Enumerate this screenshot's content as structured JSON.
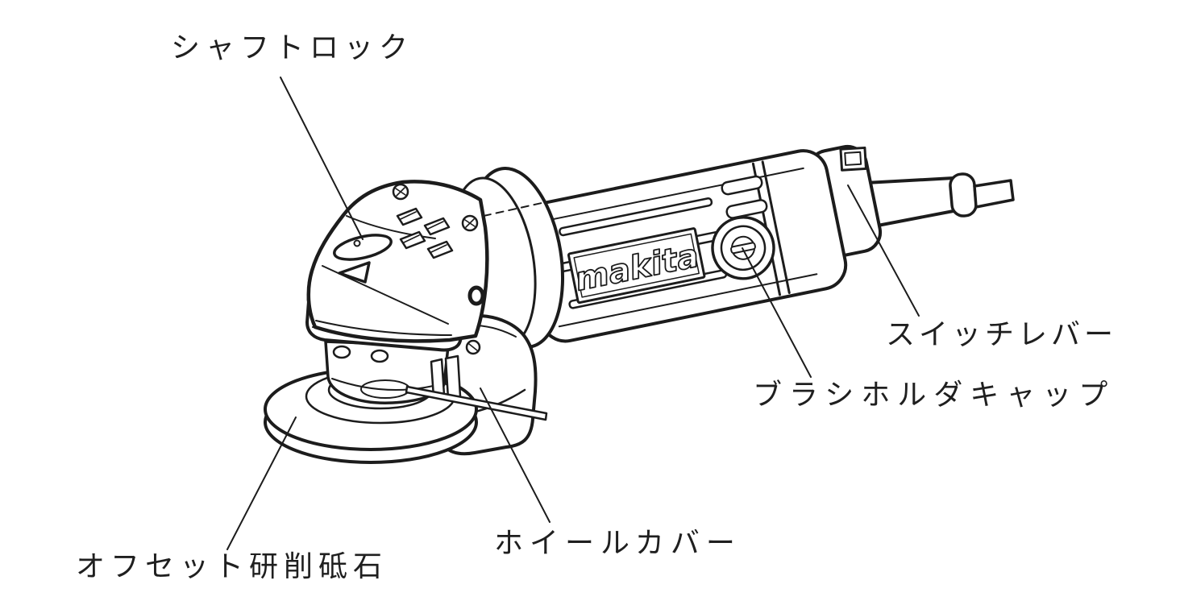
{
  "diagram": {
    "background_color": "#ffffff",
    "line_color": "#1c1c1c",
    "brand_logo": "makita",
    "subject": "angle-grinder-parts-diagram",
    "labels": {
      "shaft_lock": "シャフトロック",
      "switch_lever": "スイッチレバー",
      "brush_holder_cap": "ブラシホルダキャップ",
      "wheel_cover": "ホイールカバー",
      "offset_wheel": "オフセット研削砥石"
    }
  }
}
